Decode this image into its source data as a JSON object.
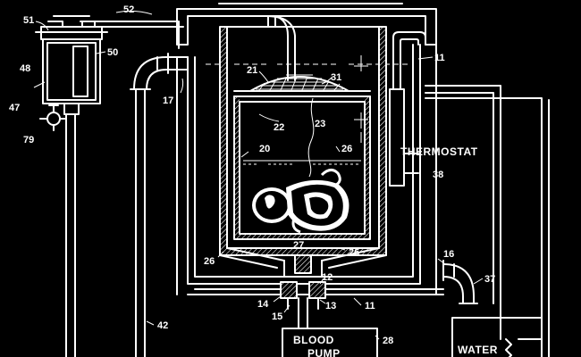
{
  "labels": {
    "n51": "51",
    "n52": "52",
    "n50": "50",
    "n48": "48",
    "n47": "47",
    "n79": "79",
    "n17": "17",
    "n21": "21",
    "n31": "31",
    "n11a": "11",
    "n22": "22",
    "n23": "23",
    "n26a": "26",
    "n20": "20",
    "n38": "38",
    "n27": "27",
    "n26b": "26",
    "n26c": "26",
    "n16": "16",
    "n37": "37",
    "n12": "12",
    "n14": "14",
    "n15": "15",
    "n13": "13",
    "n11b": "11",
    "n42": "42",
    "n28": "28"
  },
  "components": {
    "thermostat": "THERMOSTAT",
    "blood_pump_line1": "BLOOD",
    "blood_pump_line2": "PUMP",
    "water": "WATER"
  }
}
